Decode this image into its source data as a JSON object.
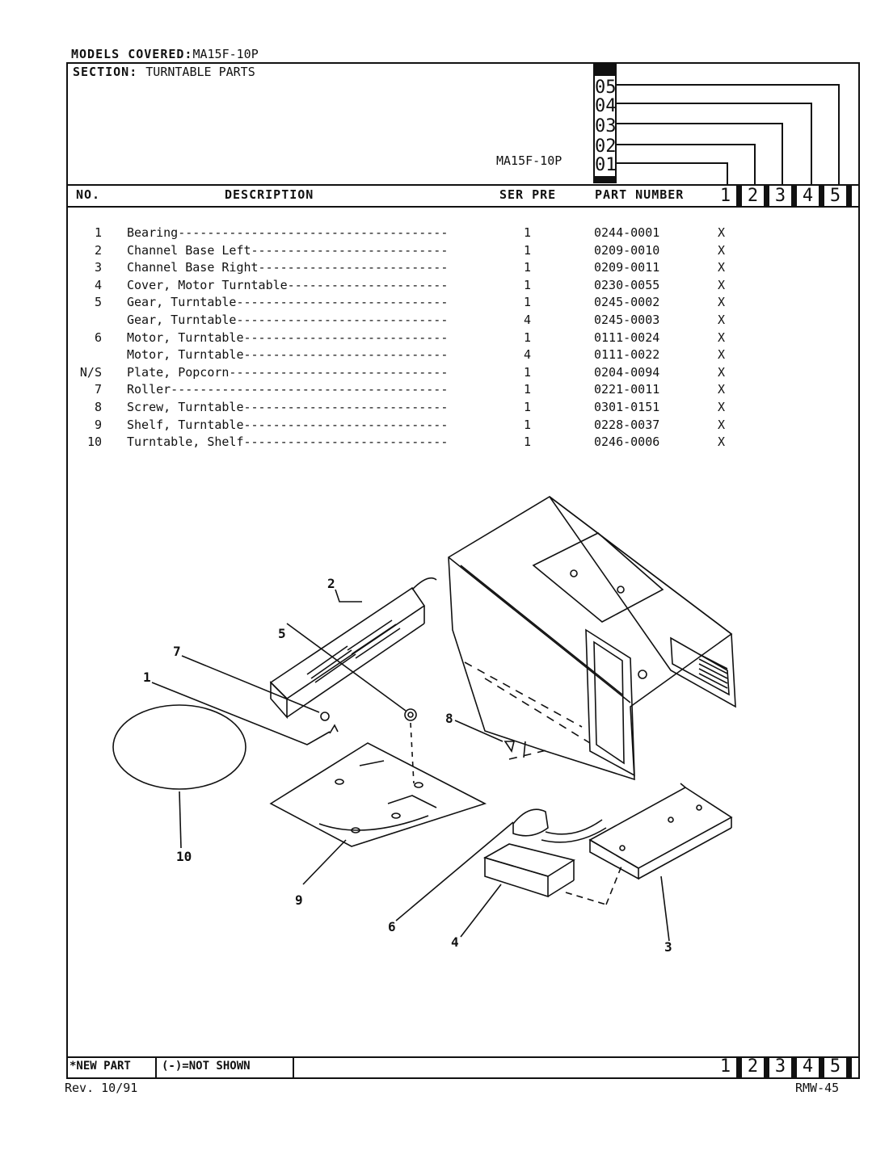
{
  "header": {
    "models_label": "MODELS COVERED:",
    "models_value": "MA15F-10P",
    "section_label": "SECTION:",
    "section_value": "TURNTABLE PARTS",
    "model_name": "MA15F-10P",
    "serial_codes": [
      "05",
      "04",
      "03",
      "02",
      "01"
    ]
  },
  "columns": {
    "no": "NO.",
    "description": "DESCRIPTION",
    "ser_pre": "SER PRE",
    "part_number": "PART NUMBER",
    "serials": [
      "1",
      "2",
      "3",
      "4",
      "5"
    ]
  },
  "parts": [
    {
      "no": "1",
      "desc": "Bearing",
      "ser": "1",
      "part": "0244-0001",
      "x": "X"
    },
    {
      "no": "2",
      "desc": "Channel Base Left",
      "ser": "1",
      "part": "0209-0010",
      "x": "X"
    },
    {
      "no": "3",
      "desc": "Channel Base Right",
      "ser": "1",
      "part": "0209-0011",
      "x": "X"
    },
    {
      "no": "4",
      "desc": "Cover, Motor Turntable",
      "ser": "1",
      "part": "0230-0055",
      "x": "X"
    },
    {
      "no": "5",
      "desc": "Gear, Turntable",
      "ser": "1",
      "part": "0245-0002",
      "x": "X"
    },
    {
      "no": "",
      "desc": "Gear, Turntable",
      "ser": "4",
      "part": "0245-0003",
      "x": "X"
    },
    {
      "no": "6",
      "desc": "Motor, Turntable",
      "ser": "1",
      "part": "0111-0024",
      "x": "X"
    },
    {
      "no": "",
      "desc": "Motor, Turntable",
      "ser": "4",
      "part": "0111-0022",
      "x": "X"
    },
    {
      "no": "N/S",
      "desc": "Plate, Popcorn",
      "ser": "1",
      "part": "0204-0094",
      "x": "X"
    },
    {
      "no": "7",
      "desc": "Roller",
      "ser": "1",
      "part": "0221-0011",
      "x": "X"
    },
    {
      "no": "8",
      "desc": "Screw, Turntable",
      "ser": "1",
      "part": "0301-0151",
      "x": "X"
    },
    {
      "no": "9",
      "desc": "Shelf, Turntable",
      "ser": "1",
      "part": "0228-0037",
      "x": "X"
    },
    {
      "no": "10",
      "desc": "Turntable, Shelf",
      "ser": "1",
      "part": "0246-0006",
      "x": "X"
    }
  ],
  "callouts": [
    "1",
    "2",
    "3",
    "4",
    "5",
    "6",
    "7",
    "8",
    "9",
    "10"
  ],
  "footer": {
    "new_part": "*NEW PART",
    "not_shown": "(-)=NOT SHOWN",
    "serials": [
      "1",
      "2",
      "3",
      "4",
      "5"
    ],
    "rev": "Rev. 10/91",
    "code": "RMW-45"
  }
}
